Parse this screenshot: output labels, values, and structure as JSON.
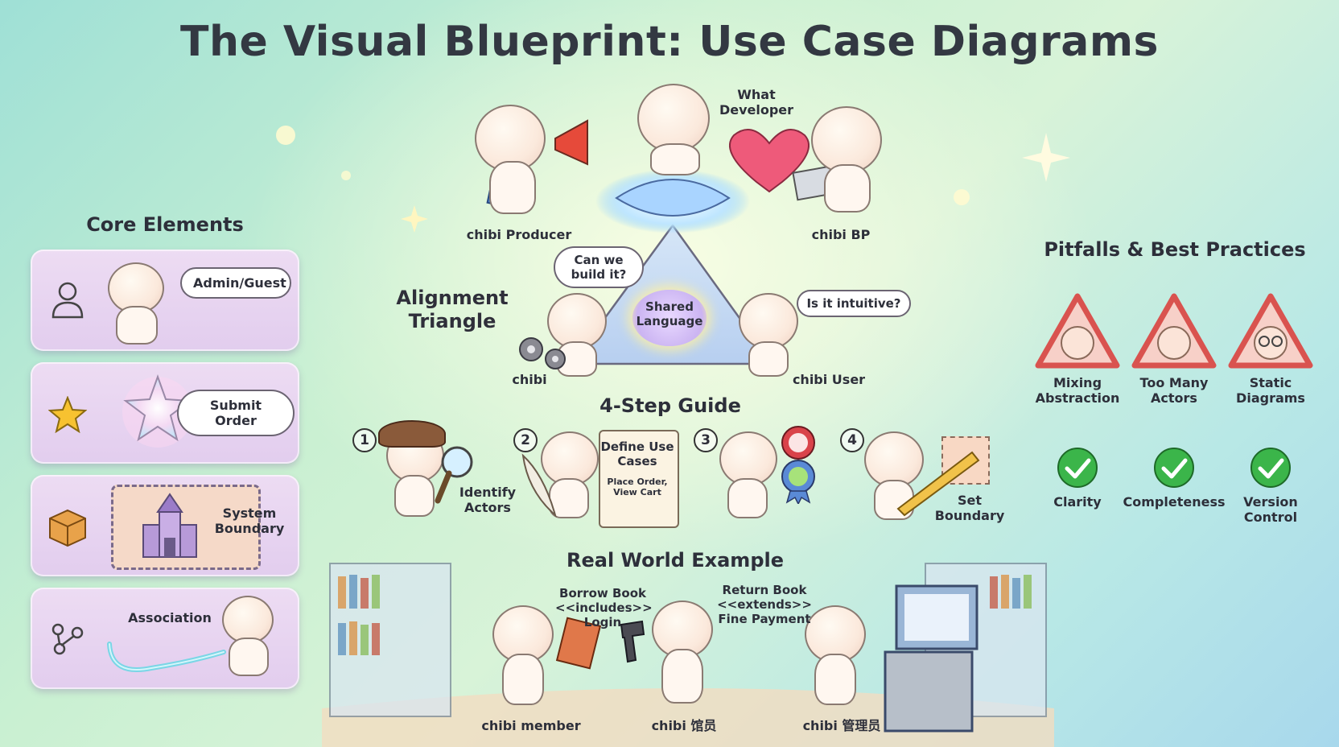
{
  "title": "The Visual Blueprint: Use Case Diagrams",
  "core_elements": {
    "heading": "Core Elements",
    "actor_bubble": "Admin/Guest",
    "use_case_bubble": "Submit Order",
    "boundary_label": "System Boundary",
    "association_label": "Association"
  },
  "alignment": {
    "heading": "Alignment Triangle",
    "top_label": "What\nDeveloper",
    "left_top_actor": "chibi Producer",
    "right_top_actor": "chibi BP",
    "center": "Shared Language",
    "dev_bubble": "Can we build it?",
    "dev_actor": "chibi",
    "user_bubble": "Is it intuitive?",
    "user_actor": "chibi User"
  },
  "steps": {
    "heading": "4-Step Guide",
    "items": [
      {
        "num": "1",
        "label": "Identify Actors"
      },
      {
        "num": "2",
        "label": "Define Use Cases",
        "sub": "Place Order, View Cart"
      },
      {
        "num": "3",
        "label": ""
      },
      {
        "num": "4",
        "label": "Set Boundary"
      }
    ]
  },
  "example": {
    "heading": "Real World Example",
    "borrow": "Borrow Book <<includes>> Login",
    "return": "Return Book <<extends>> Fine Payment",
    "actors": [
      "chibi member",
      "chibi 馆员",
      "chibi 管理员"
    ]
  },
  "pitfalls": {
    "heading": "Pitfalls & Best Practices",
    "warnings": [
      "Mixing Abstraction",
      "Too Many Actors",
      "Static Diagrams"
    ],
    "practices": [
      "Clarity",
      "Completeness",
      "Version Control"
    ]
  },
  "colors": {
    "warning_red": "#d9534f",
    "check_green": "#3bb54a",
    "card_lavender": "#e6d3f0"
  }
}
